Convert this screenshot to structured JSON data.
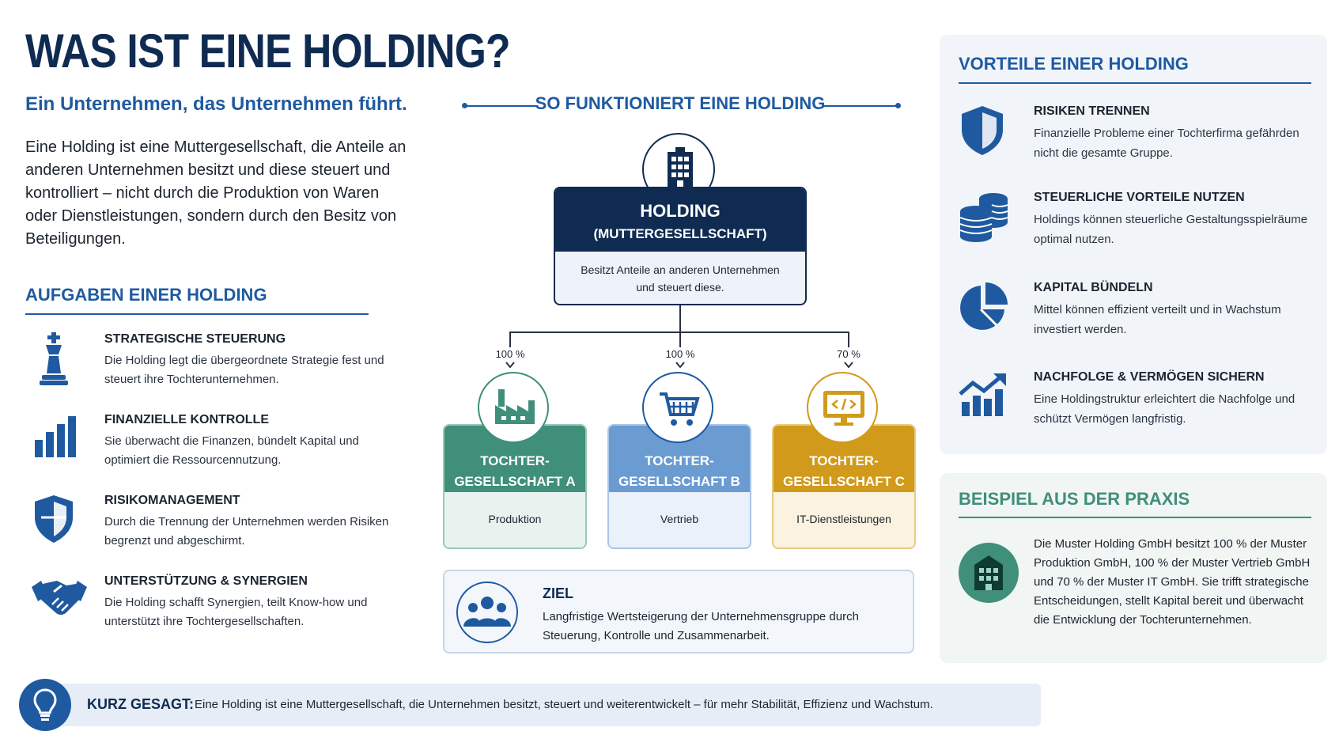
{
  "header": {
    "title": "WAS IST EINE HOLDING?",
    "subtitle": "Ein Unternehmen, das Unternehmen führt.",
    "intro": "Eine Holding ist eine Muttergesellschaft, die Anteile an anderen Unternehmen besitzt und diese steuert und kontrolliert – nicht durch die Produktion von Waren oder Dienstleistungen, sondern durch den Besitz von Beteiligungen."
  },
  "aufgaben": {
    "heading": "AUFGABEN EINER HOLDING",
    "items": [
      {
        "title": "STRATEGISCHE STEUERUNG",
        "text": "Die Holding legt die übergeordnete Strategie fest und steuert ihre Tochterunternehmen.",
        "icon": "chess-king-icon"
      },
      {
        "title": "FINANZIELLE KONTROLLE",
        "text": "Sie überwacht die Finanzen, bündelt Kapital und optimiert die Ressourcennutzung.",
        "icon": "bar-chart-icon"
      },
      {
        "title": "RISIKOMANAGEMENT",
        "text": "Durch die Trennung der Unternehmen werden Risiken begrenzt und abgeschirmt.",
        "icon": "shield-icon"
      },
      {
        "title": "UNTERSTÜTZUNG & SYNERGIEN",
        "text": "Die Holding schafft Synergien, teilt Know-how und unterstützt ihre Tochtergesellschaften.",
        "icon": "handshake-icon"
      }
    ]
  },
  "flow": {
    "heading": "SO FUNKTIONIERT EINE HOLDING",
    "holding": {
      "name": "HOLDING",
      "subname": "(MUTTERGESELLSCHAFT)",
      "desc": "Besitzt Anteile an anderen Unternehmen und steuert diese.",
      "icon": "building-icon"
    },
    "subsidiaries": [
      {
        "name": "TOCHTER-GESELLSCHAFT A",
        "desc": "Produktion",
        "share": "100 %",
        "color": "#3f8f7a",
        "light": "#e8f3ef",
        "icon": "factory-icon"
      },
      {
        "name": "TOCHTER-GESELLSCHAFT B",
        "desc": "Vertrieb",
        "share": "100 %",
        "color": "#6a9bd1",
        "light": "#eaf1fa",
        "icon": "cart-icon"
      },
      {
        "name": "TOCHTER-GESELLSCHAFT C",
        "desc": "IT-Dienstleistungen",
        "share": "70 %",
        "color": "#d19a1a",
        "light": "#fbf3df",
        "icon": "monitor-code-icon"
      }
    ],
    "goal": {
      "title": "ZIEL",
      "text": "Langfristige Wertsteigerung der Unternehmensgruppe durch Steuerung, Kontrolle und Zusammenarbeit.",
      "icon": "team-icon"
    }
  },
  "vorteile": {
    "heading": "VORTEILE EINER HOLDING",
    "items": [
      {
        "title": "RISIKEN TRENNEN",
        "text": "Finanzielle Probleme einer Tochterfirma gefährden nicht die gesamte Gruppe.",
        "icon": "shield-icon"
      },
      {
        "title": "STEUERLICHE VORTEILE NUTZEN",
        "text": "Holdings können steuerliche Gestaltungsspiel­räume optimal nutzen.",
        "icon": "coins-icon"
      },
      {
        "title": "KAPITAL BÜNDELN",
        "text": "Mittel können effizient verteilt und in Wachstum investiert werden.",
        "icon": "pie-chart-icon"
      },
      {
        "title": "NACHFOLGE & VERMÖGEN SICHERN",
        "text": "Eine Holdingstruktur erleichtert die Nachfolge und schützt Vermögen langfristig.",
        "icon": "growth-chart-icon"
      }
    ]
  },
  "beispiel": {
    "heading": "BEISPIEL AUS DER PRAXIS",
    "text": "Die Muster Holding GmbH besitzt 100 % der Muster Produktion GmbH, 100 % der Muster Vertrieb GmbH und 70 % der Muster IT GmbH. Sie trifft strategische Entscheidungen, stellt Kapital bereit und überwacht die Entwicklung der Tochterunternehmen.",
    "icon": "office-building-icon"
  },
  "kurz": {
    "label": "KURZ GESAGT:",
    "text": "Eine Holding ist eine Muttergesellschaft, die Unternehmen besitzt, steuert und weiterentwickelt – für mehr Stabilität, Effizienz und Wachstum.",
    "icon": "lightbulb-icon"
  },
  "colors": {
    "navy": "#0f2b52",
    "blue": "#1f5aa0",
    "green": "#3f8f7a",
    "lightblue": "#6a9bd1",
    "gold": "#d19a1a"
  }
}
